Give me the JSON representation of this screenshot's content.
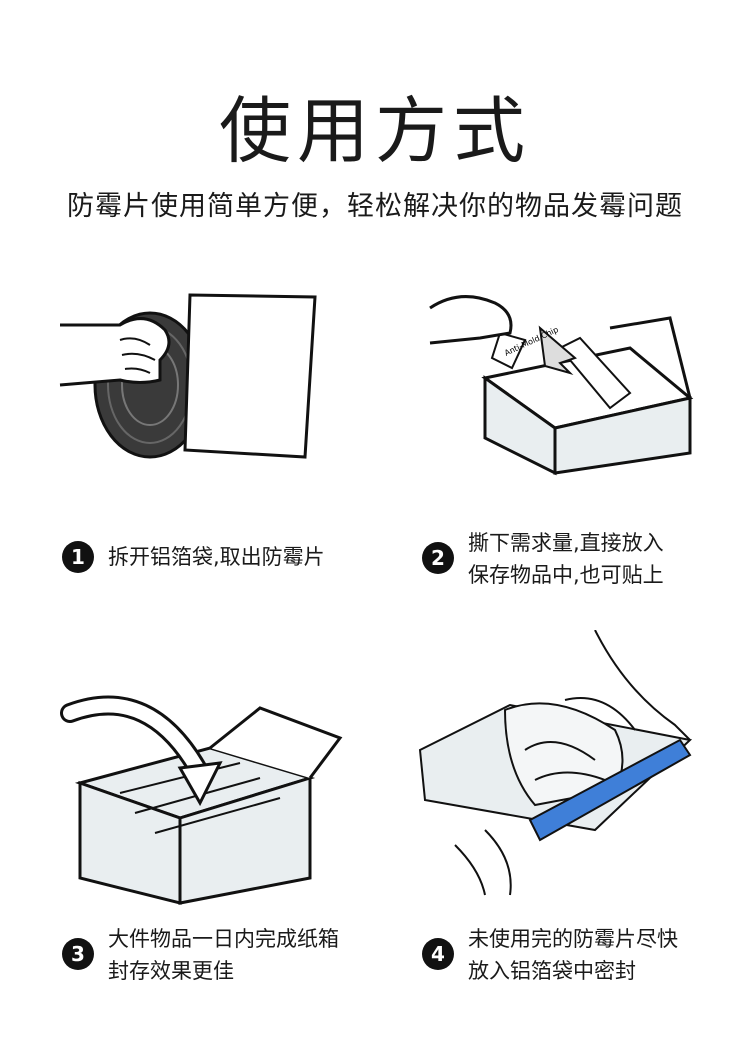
{
  "header": {
    "title": "使用方式",
    "subtitle": "防霉片使用简单方便，轻松解决你的物品发霉问题"
  },
  "chip_label": "Anti-Mold Chip",
  "steps": [
    {
      "number": "1",
      "lines": [
        "拆开铝箔袋,取出防霉片"
      ]
    },
    {
      "number": "2",
      "lines": [
        "撕下需求量,直接放入",
        "保存物品中,也可贴上"
      ]
    },
    {
      "number": "3",
      "lines": [
        "大件物品一日内完成纸箱",
        "封存效果更佳"
      ]
    },
    {
      "number": "4",
      "lines": [
        "未使用完的防霉片尽快",
        "放入铝箔袋中密封"
      ]
    }
  ],
  "colors": {
    "badge": "#111111",
    "box_fill": "#e9eef0",
    "tape": "#3f7fd8"
  }
}
